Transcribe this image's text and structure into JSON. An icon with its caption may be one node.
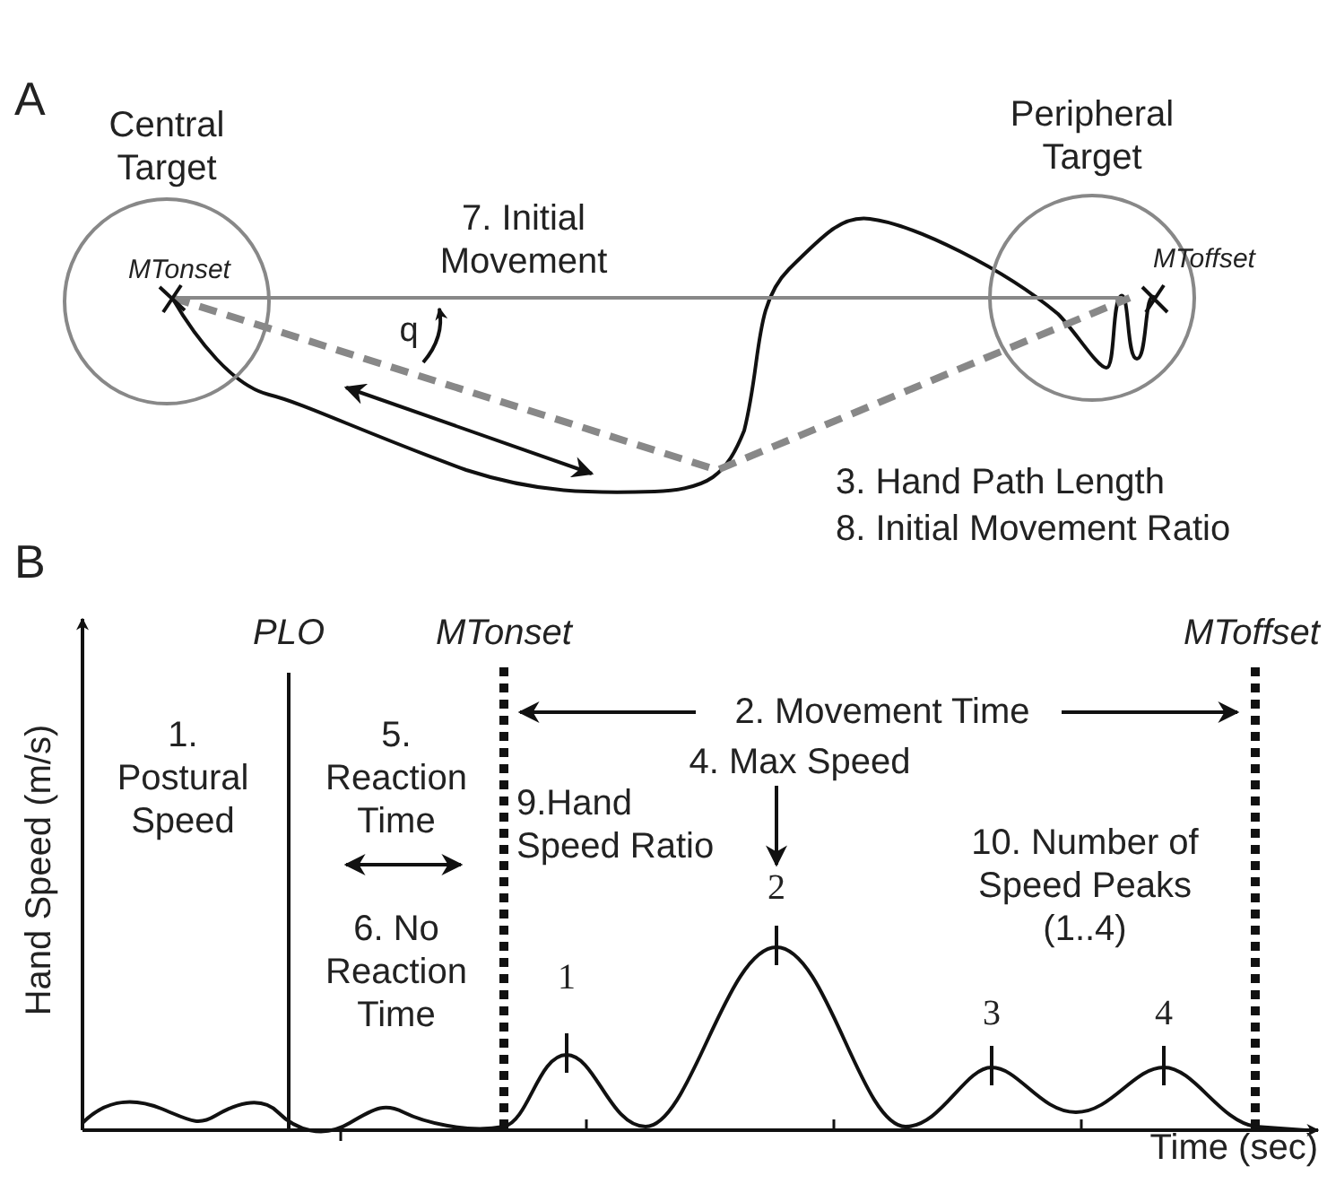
{
  "diagram": {
    "nodes": [
      {
        "text": [
          "Central Target",
          "MTonset"
        ]
      },
      {
        "text": [
          "Peripheral Target",
          "MToffset"
        ]
      },
      {
        "text": [
          "4. Max Speed"
        ]
      },
      {
        "text": [
          "2"
        ]
      }
    ],
    "edges": [
      {
        "from": 2,
        "to": 3,
        "arrow": "to"
      },
      {
        "from": 0,
        "to": 1,
        "arrow": "none",
        "color": "#888888"
      },
      {
        "from": 0,
        "to": 1,
        "arrow": "none",
        "style": "dashed",
        "color": "#888888"
      },
      {
        "from": 0,
        "to": 1,
        "arrow": "none"
      }
    ],
    "labels": [
      "A",
      "7. Initial Movement",
      "q",
      "3. Hand Path Length",
      "8. Initial Movement Ratio",
      "B",
      "Hand Speed (m/s)",
      "PLO",
      "MTonset",
      "MToffset",
      "2. Movement Time",
      "1. Postural Speed",
      "5. Reaction Time",
      "9.Hand Speed Ratio",
      "6. No Reaction Time",
      "10. Number of Speed Peaks (1..4)",
      "1",
      "3",
      "4",
      "Time (sec)"
    ]
  }
}
